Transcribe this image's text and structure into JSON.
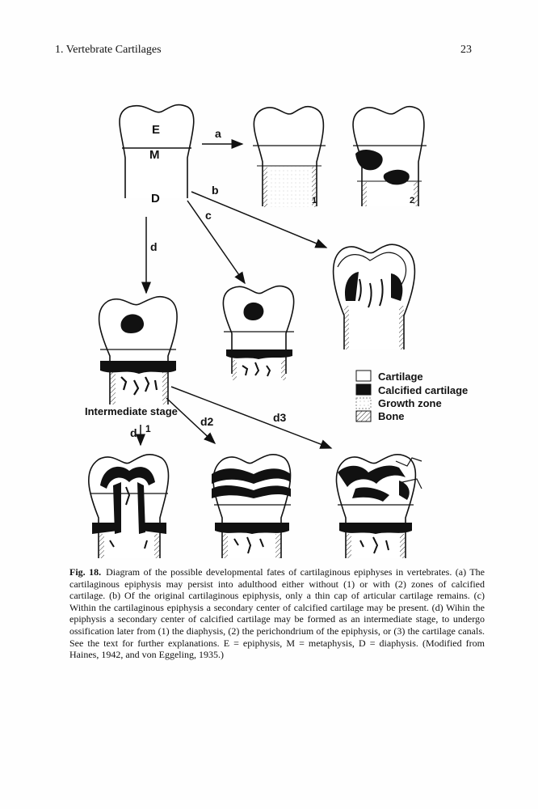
{
  "header": {
    "chapter": "1.   Vertebrate Cartilages",
    "page_number": "23"
  },
  "figure": {
    "region_labels": {
      "epiphysis": "E",
      "metaphysis": "M",
      "diaphysis": "D"
    },
    "arrow_labels": {
      "a": "a",
      "b": "b",
      "c": "c",
      "d": "d",
      "d1": "1",
      "d2": "d2",
      "d3": "d3"
    },
    "fate_numbers": {
      "one": "1",
      "two": "2"
    },
    "intermediate_label": "Intermediate stage",
    "legend": [
      {
        "label": "Cartilage",
        "swatch": "cartilage"
      },
      {
        "label": "Calcified cartilage",
        "swatch": "calcified"
      },
      {
        "label": "Growth zone",
        "swatch": "growth"
      },
      {
        "label": "Bone",
        "swatch": "bone"
      }
    ]
  },
  "caption": {
    "fig_number": "Fig. 18.",
    "text": "Diagram of the possible developmental fates of cartilaginous epiphyses in vertebrates. (a) The cartilaginous epiphysis may persist into adulthood either without (1) or with (2) zones of calcified cartilage. (b) Of the original cartilaginous epiphysis, only a thin cap of articular cartilage remains. (c) Within the cartilaginous epiphysis a secondary center of calcified cartilage may be present. (d) Wihin the epiphysis a secondary center of calcified cartilage may be formed as an intermediate stage, to undergo ossification later from (1) the diaphysis, (2) the perichondrium of the epiphysis, or (3) the cartilage canals. See the text for further explanations. E = epiphysis, M = metaphysis, D = diaphysis. (Modified from Haines, 1942, and von Eggeling, 1935.)"
  }
}
